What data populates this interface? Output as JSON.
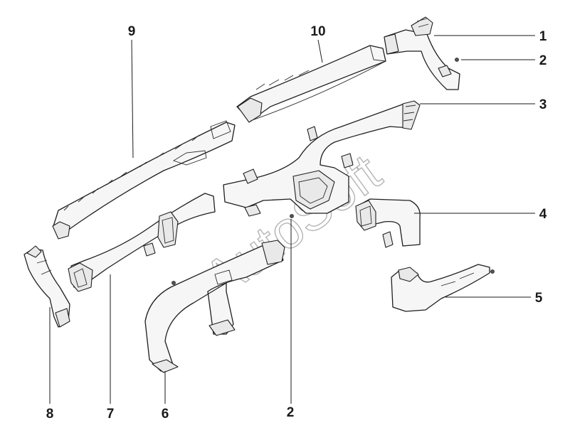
{
  "callouts": {
    "c1": "1",
    "c2_top": "2",
    "c3": "3",
    "c4": "4",
    "c5": "5",
    "c6": "6",
    "c7": "7",
    "c8": "8",
    "c9": "9",
    "c10": "10",
    "c2_bottom": "2"
  },
  "watermark": "AutoSoft"
}
